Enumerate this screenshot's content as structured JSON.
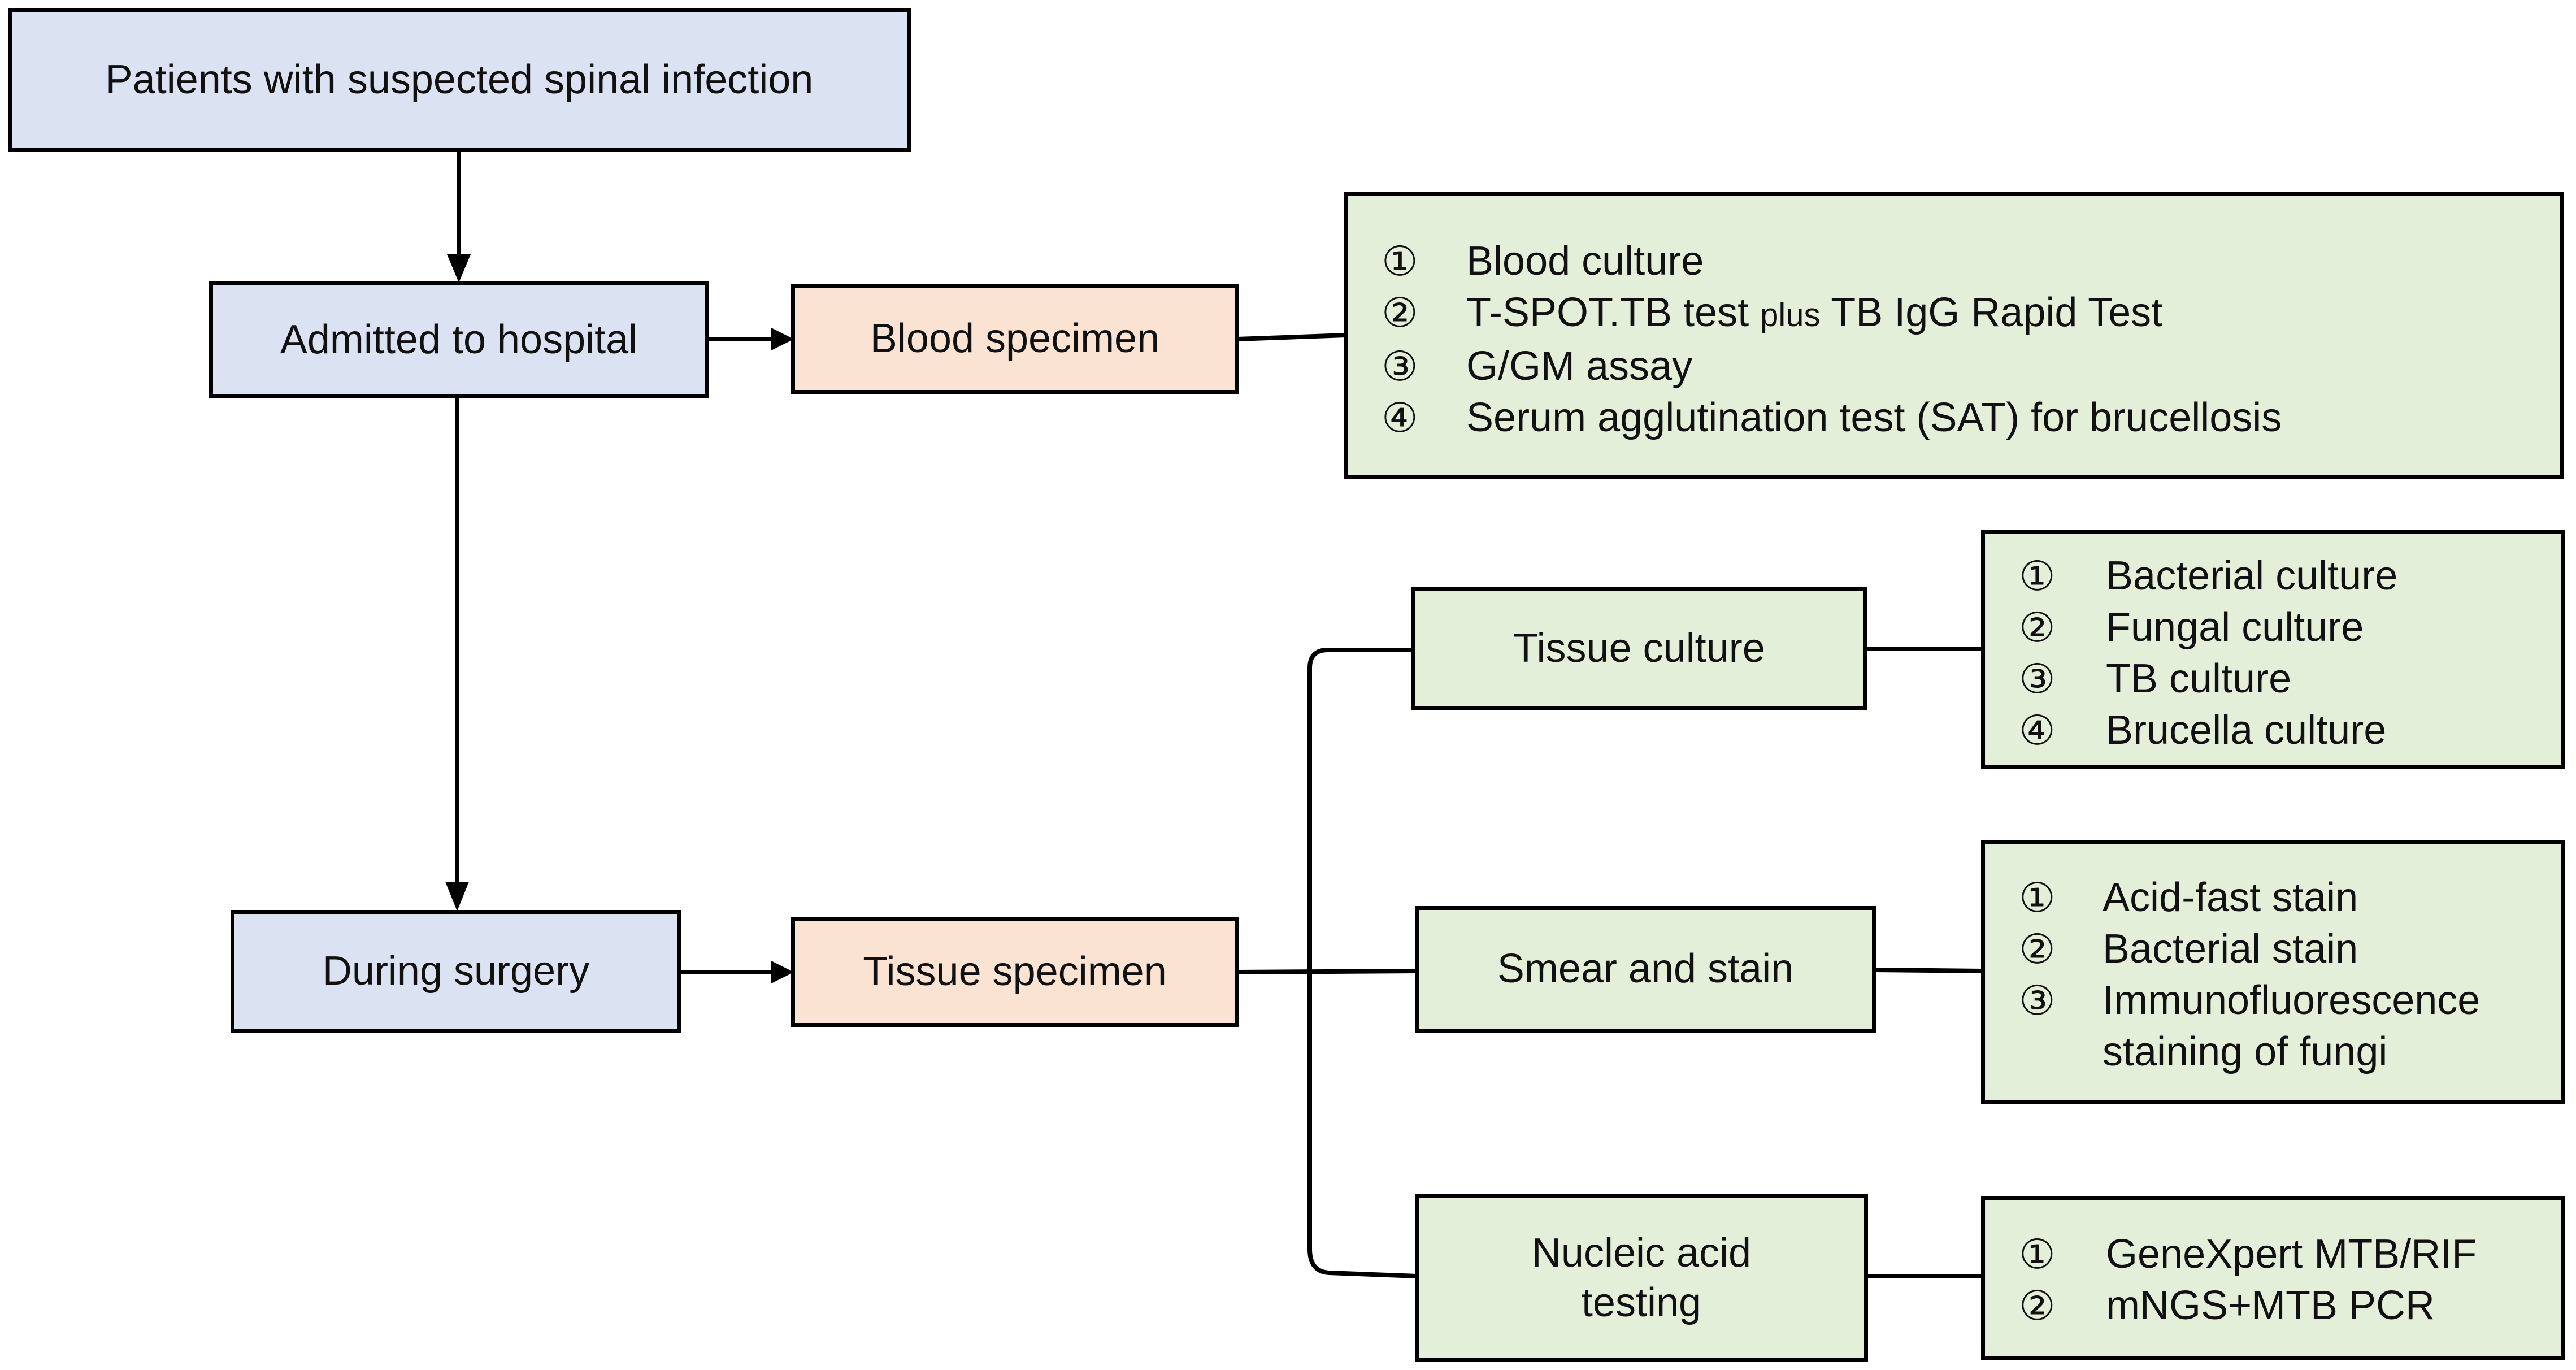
{
  "nodes": {
    "patients": "Patients with suspected spinal infection",
    "admitted": "Admitted to hospital",
    "blood_specimen": "Blood specimen",
    "during_surgery": "During surgery",
    "tissue_specimen": "Tissue specimen",
    "tissue_culture": "Tissue culture",
    "smear_stain": "Smear and stain",
    "nucleic_acid": "Nucleic acid\ntesting"
  },
  "blood_tests": {
    "items": [
      {
        "num": "①",
        "text": "Blood culture"
      },
      {
        "num": "②",
        "text_before": "T-SPOT.TB test ",
        "text_small": "plus",
        "text_after": " TB IgG Rapid Test"
      },
      {
        "num": "③",
        "text": "G/GM assay"
      },
      {
        "num": "④",
        "text": "Serum agglutination test (SAT) for brucellosis"
      }
    ]
  },
  "culture_tests": {
    "items": [
      {
        "num": "①",
        "text": "Bacterial culture"
      },
      {
        "num": "②",
        "text": "Fungal culture"
      },
      {
        "num": "③",
        "text": "TB culture"
      },
      {
        "num": "④",
        "text": "Brucella culture"
      }
    ]
  },
  "stain_tests": {
    "items": [
      {
        "num": "①",
        "text": "Acid-fast stain"
      },
      {
        "num": "②",
        "text": "Bacterial stain"
      },
      {
        "num": "③",
        "text": "Immunofluorescence\nstaining of fungi"
      }
    ]
  },
  "nucleic_tests": {
    "items": [
      {
        "num": "①",
        "text": "GeneXpert MTB/RIF"
      },
      {
        "num": "②",
        "text": "mNGS+MTB PCR"
      }
    ]
  },
  "colors": {
    "blue_fill": "#dbe3f3",
    "peach_fill": "#fbe3d3",
    "green_fill": "#e3efd9",
    "line": "#000000"
  }
}
